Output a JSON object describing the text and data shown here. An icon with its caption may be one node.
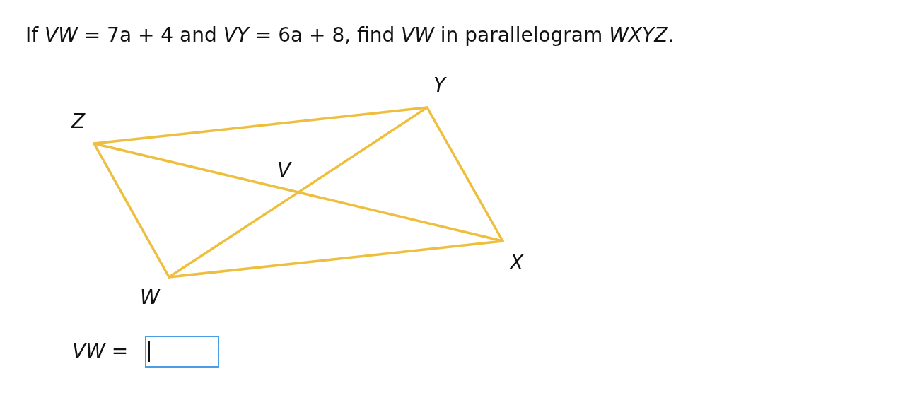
{
  "diagram": {
    "title": "If *VW* = 7a + 4 and *VY* = 6a + 8, find *VW* in parallelogram *WXYZ*.",
    "nodes": [
      {
        "text": [],
        "shape": "point",
        "beside": [
          "Z"
        ]
      },
      {
        "text": [],
        "shape": "point",
        "beside": [
          "Y"
        ]
      },
      {
        "text": [],
        "shape": "point",
        "beside": [
          "V"
        ]
      },
      {
        "text": [],
        "shape": "point",
        "beside": [
          "X"
        ]
      },
      {
        "text": [],
        "shape": "point",
        "beside": [
          "W"
        ]
      }
    ],
    "edges": [
      {
        "from": 0,
        "to": 1,
        "arrow": "none"
      },
      {
        "from": 1,
        "to": 3,
        "arrow": "none"
      },
      {
        "from": 3,
        "to": 4,
        "arrow": "none"
      },
      {
        "from": 4,
        "to": 0,
        "arrow": "none"
      },
      {
        "from": 0,
        "to": 2,
        "arrow": "none"
      },
      {
        "from": 2,
        "to": 3,
        "arrow": "none"
      },
      {
        "from": 4,
        "to": 2,
        "arrow": "none"
      },
      {
        "from": 2,
        "to": 1,
        "arrow": "none"
      }
    ],
    "labels": [
      "*VW* ="
    ]
  }
}
